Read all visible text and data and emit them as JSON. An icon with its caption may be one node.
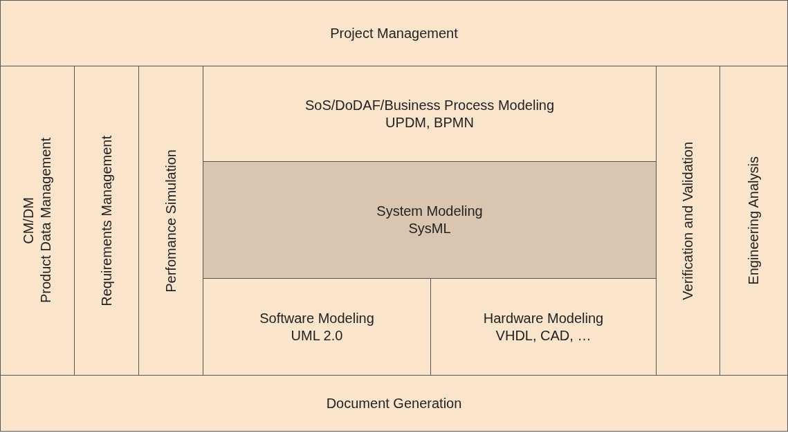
{
  "diagram": {
    "nodes": [
      {
        "text": [
          "Project Management"
        ]
      },
      {
        "text": [
          "CM/DM",
          "Product Data Management"
        ]
      },
      {
        "text": [
          "Requirements Management"
        ]
      },
      {
        "text": [
          "Perfomance Simulation"
        ]
      },
      {
        "text": [
          "SoS/DoDAF/Business Process Modeling",
          "UPDM, BPMN"
        ]
      },
      {
        "text": [
          "System Modeling",
          "SysML"
        ]
      },
      {
        "text": [
          "Software Modeling",
          "UML 2.0"
        ]
      },
      {
        "text": [
          "Hardware Modeling",
          "VHDL, CAD, …"
        ]
      },
      {
        "text": [
          "Verification and Validation"
        ]
      },
      {
        "text": [
          "Engineering Analysis"
        ]
      },
      {
        "text": [
          "Document Generation"
        ]
      }
    ],
    "edges": []
  }
}
